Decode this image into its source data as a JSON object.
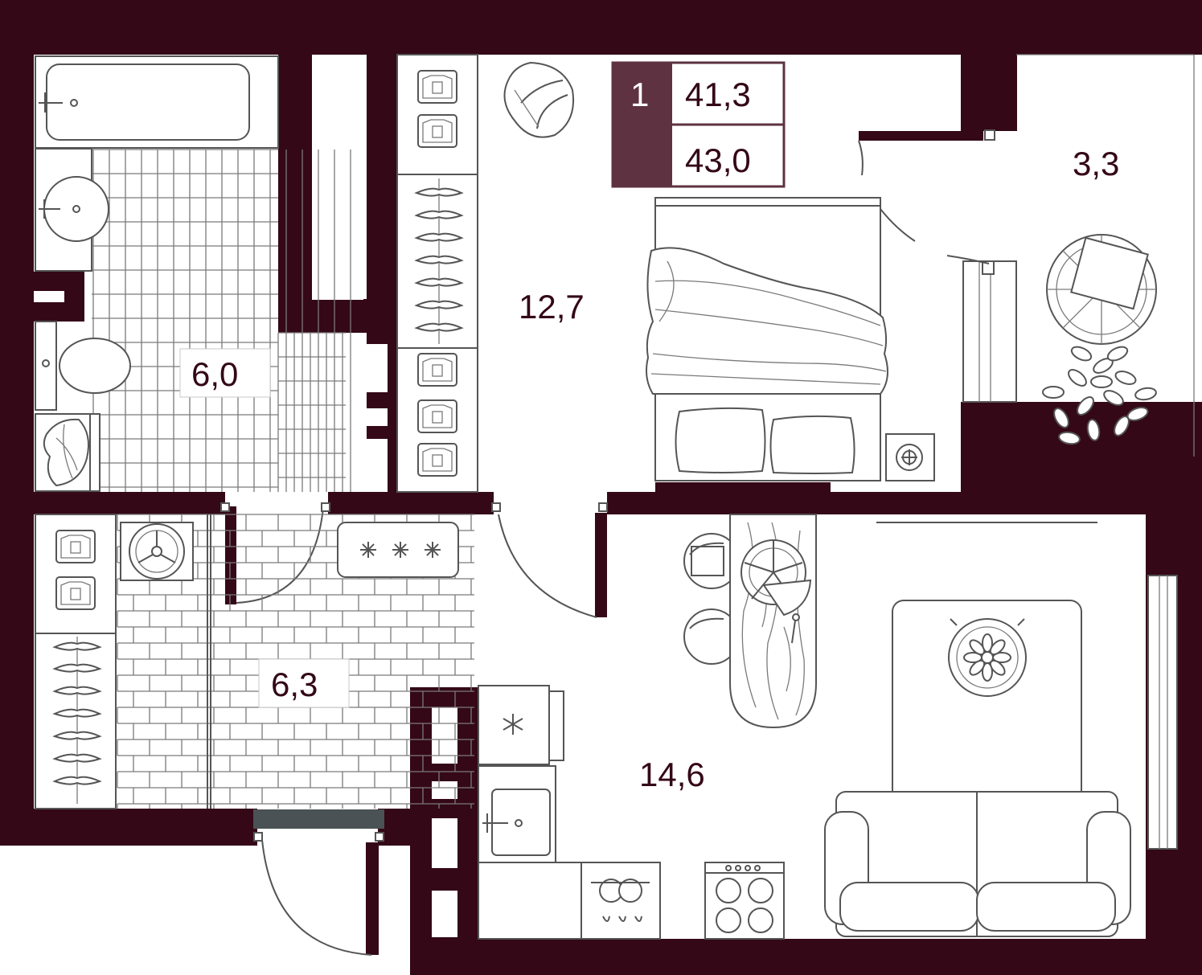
{
  "colors": {
    "wall": "#340817",
    "badge_dark": "#5e3240",
    "door_threshold": "#4a5255",
    "fixture_line": "#555555"
  },
  "badge": {
    "rooms": "1",
    "area_living": "41,3",
    "area_total": "43,0"
  },
  "rooms": [
    {
      "id": "bathroom",
      "area": "6,0"
    },
    {
      "id": "bedroom",
      "area": "12,7"
    },
    {
      "id": "balcony",
      "area": "3,3"
    },
    {
      "id": "hallway",
      "area": "6,3"
    },
    {
      "id": "kitchen-living",
      "area": "14,6"
    }
  ],
  "icons": [
    "bathtub-icon",
    "sink-icon",
    "toilet-icon",
    "washing-machine-icon",
    "wardrobe-icon",
    "armchair-icon",
    "bed-icon",
    "pillow-icon",
    "nightstand-icon",
    "round-table-icon",
    "plant-icon",
    "pouf-icon",
    "bench-icon",
    "dining-table-icon",
    "chair-icon",
    "pizza-icon",
    "fridge-icon",
    "kitchen-sink-icon",
    "oven-icon",
    "stove-icon",
    "sofa-icon",
    "coffee-table-icon",
    "door-icon",
    "window-icon"
  ]
}
